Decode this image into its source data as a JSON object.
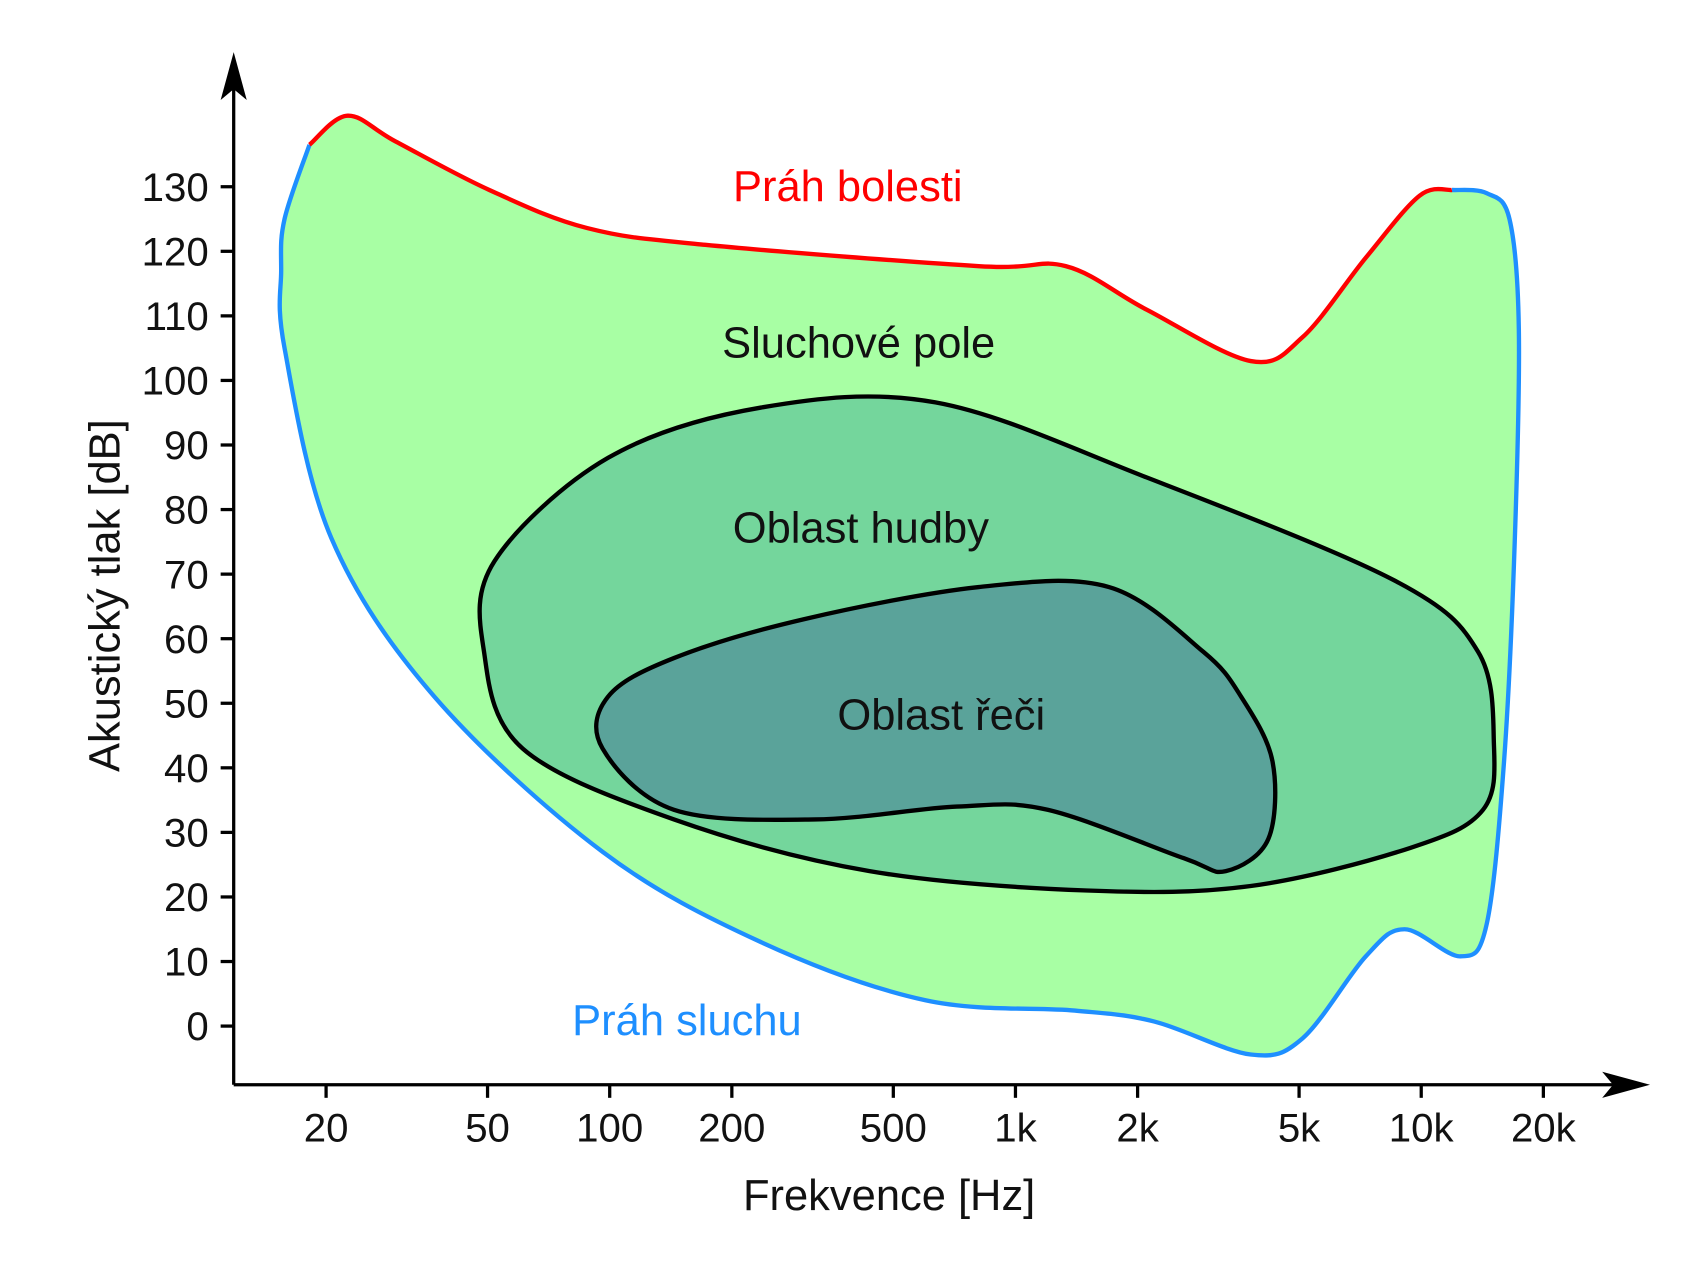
{
  "chart_data": {
    "type": "area",
    "title": "",
    "xlabel": "Frekvence [Hz]",
    "ylabel": "Akustický tlak [dB]",
    "xscale": "log",
    "xlim": [
      14,
      40000
    ],
    "ylim": [
      -9,
      150
    ],
    "x_ticks": [
      {
        "value": 20,
        "label": "20"
      },
      {
        "value": 50,
        "label": "50"
      },
      {
        "value": 100,
        "label": "100"
      },
      {
        "value": 200,
        "label": "200"
      },
      {
        "value": 500,
        "label": "500"
      },
      {
        "value": 1000,
        "label": "1k"
      },
      {
        "value": 2000,
        "label": "2k"
      },
      {
        "value": 5000,
        "label": "5k"
      },
      {
        "value": 10000,
        "label": "10k"
      },
      {
        "value": 20000,
        "label": "20k"
      }
    ],
    "y_ticks": [
      {
        "value": 0,
        "label": "0"
      },
      {
        "value": 10,
        "label": "10"
      },
      {
        "value": 20,
        "label": "20"
      },
      {
        "value": 30,
        "label": "30"
      },
      {
        "value": 40,
        "label": "40"
      },
      {
        "value": 50,
        "label": "50"
      },
      {
        "value": 60,
        "label": "60"
      },
      {
        "value": 70,
        "label": "70"
      },
      {
        "value": 80,
        "label": "80"
      },
      {
        "value": 90,
        "label": "90"
      },
      {
        "value": 100,
        "label": "100"
      },
      {
        "value": 110,
        "label": "110"
      },
      {
        "value": 120,
        "label": "120"
      },
      {
        "value": 130,
        "label": "130"
      }
    ],
    "grid": false,
    "series": [
      {
        "name": "Práh sluchu",
        "color": "#1e8fff",
        "points": [
          [
            18.2,
            136.5
          ],
          [
            15.8,
            125
          ],
          [
            15.5,
            117
          ],
          [
            15.8,
            105
          ],
          [
            20.6,
            75.6
          ],
          [
            37,
            51
          ],
          [
            96,
            27
          ],
          [
            236,
            13
          ],
          [
            600,
            4
          ],
          [
            1400,
            2.4
          ],
          [
            2200,
            0.7
          ],
          [
            3800,
            -4.4
          ],
          [
            5100,
            -1.9
          ],
          [
            7300,
            10.8
          ],
          [
            9100,
            15
          ],
          [
            12500,
            10.8
          ],
          [
            14500,
            15.8
          ],
          [
            16000,
            41
          ],
          [
            17000,
            75
          ],
          [
            17400,
            108
          ],
          [
            16500,
            125
          ],
          [
            14500,
            129
          ],
          [
            11900,
            129.5
          ]
        ]
      },
      {
        "name": "Práh bolesti",
        "color": "#ff0000",
        "points": [
          [
            18.2,
            136.5
          ],
          [
            22.6,
            141
          ],
          [
            29.7,
            137
          ],
          [
            50.5,
            129.5
          ],
          [
            88,
            123.6
          ],
          [
            172,
            121
          ],
          [
            812,
            117.7
          ],
          [
            1330,
            117.7
          ],
          [
            2100,
            111
          ],
          [
            3800,
            103
          ],
          [
            5100,
            106.7
          ],
          [
            7300,
            119
          ],
          [
            9900,
            128.6
          ],
          [
            11900,
            129.5
          ]
        ]
      },
      {
        "name": "Sluchové pole",
        "color": "#a8ffa4"
      },
      {
        "name": "Oblast hudby",
        "color": "#74d69c",
        "points": [
          [
            52,
            72
          ],
          [
            49,
            58
          ],
          [
            61,
            43
          ],
          [
            144,
            32
          ],
          [
            437,
            24
          ],
          [
            1500,
            21
          ],
          [
            3800,
            21.7
          ],
          [
            9400,
            27.6
          ],
          [
            14200,
            33.5
          ],
          [
            15100,
            44
          ],
          [
            13800,
            58
          ],
          [
            8600,
            69
          ],
          [
            2100,
            85
          ],
          [
            635,
            96.6
          ],
          [
            236,
            95.8
          ],
          [
            99,
            88
          ]
        ]
      },
      {
        "name": "Oblast řeči",
        "color": "#5aa39a",
        "points": [
          [
            99,
            51
          ],
          [
            96,
            43
          ],
          [
            144,
            33.5
          ],
          [
            320,
            32
          ],
          [
            717,
            34
          ],
          [
            1200,
            33.5
          ],
          [
            2600,
            26
          ],
          [
            3300,
            24
          ],
          [
            4200,
            29
          ],
          [
            4300,
            41
          ],
          [
            3600,
            51
          ],
          [
            2900,
            58
          ],
          [
            1700,
            68
          ],
          [
            812,
            68
          ],
          [
            300,
            63
          ],
          [
            144,
            57
          ]
        ]
      }
    ],
    "annotations": {
      "pain": "Práh bolesti",
      "field": "Sluchové pole",
      "music": "Oblast hudby",
      "speech": "Oblast řeči",
      "hearing": "Práh sluchu"
    }
  }
}
